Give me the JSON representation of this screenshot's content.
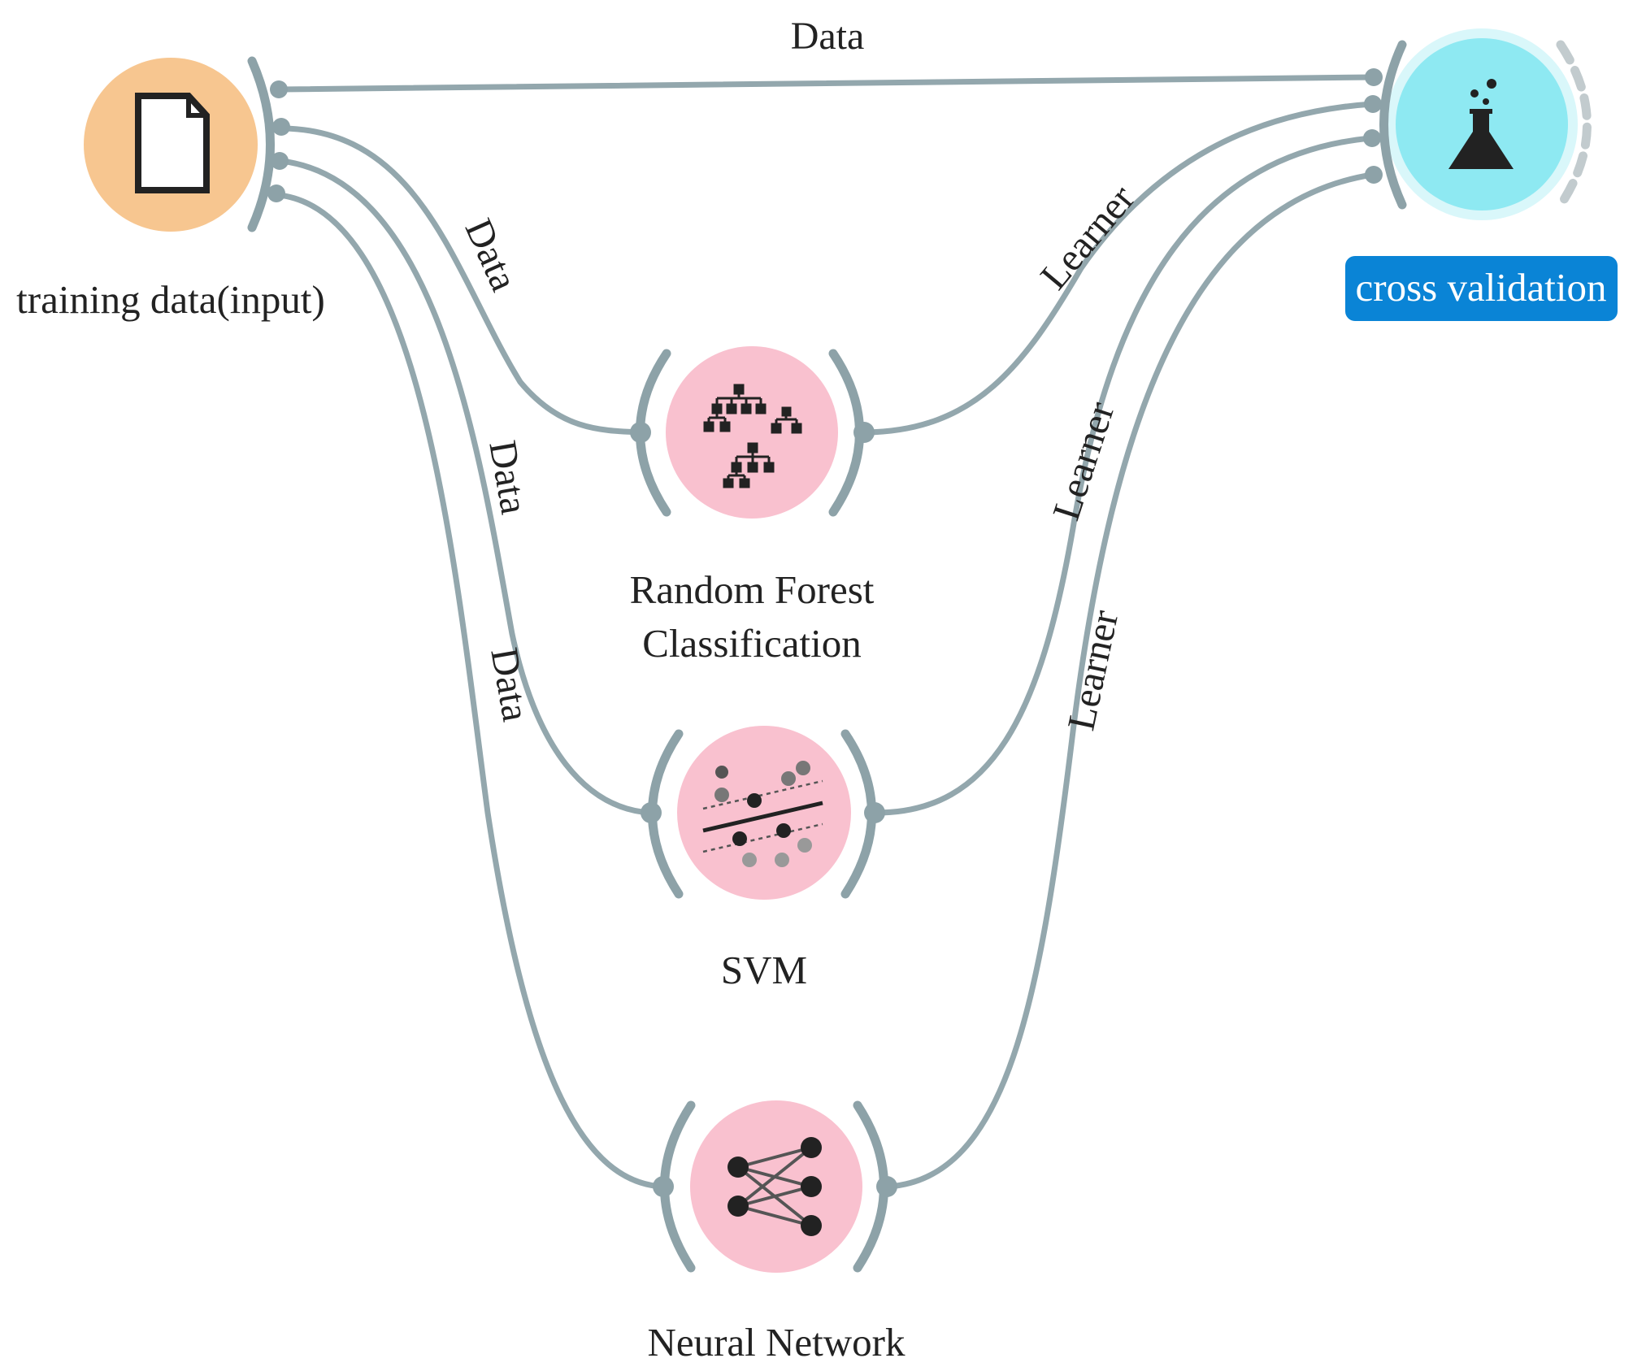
{
  "colors": {
    "link": "#93a7ad",
    "channel": "#8da2a8",
    "file_node": "#f7c690",
    "learner_node": "#f9c1cf",
    "eval_node": "#8ee9f2",
    "selected_label_bg": "#0a84d6",
    "selected_label_text": "#ffffff",
    "icon": "#222222"
  },
  "nodes": {
    "file": {
      "label": "training data(input)",
      "icon": "document-icon"
    },
    "rf": {
      "label_line1": "Random Forest",
      "label_line2": "Classification",
      "icon": "tree-hierarchy-icon"
    },
    "svm": {
      "label": "SVM",
      "icon": "svm-scatter-icon"
    },
    "nn": {
      "label": "Neural Network",
      "icon": "neural-network-icon"
    },
    "cv": {
      "label": "cross validation",
      "icon": "flask-icon",
      "selected": true
    }
  },
  "links": {
    "file_to_cv": "Data",
    "file_to_rf": "Data",
    "file_to_svm": "Data",
    "file_to_nn": "Data",
    "rf_to_cv": "Learner",
    "svm_to_cv": "Learner",
    "nn_to_cv": "Learner"
  }
}
